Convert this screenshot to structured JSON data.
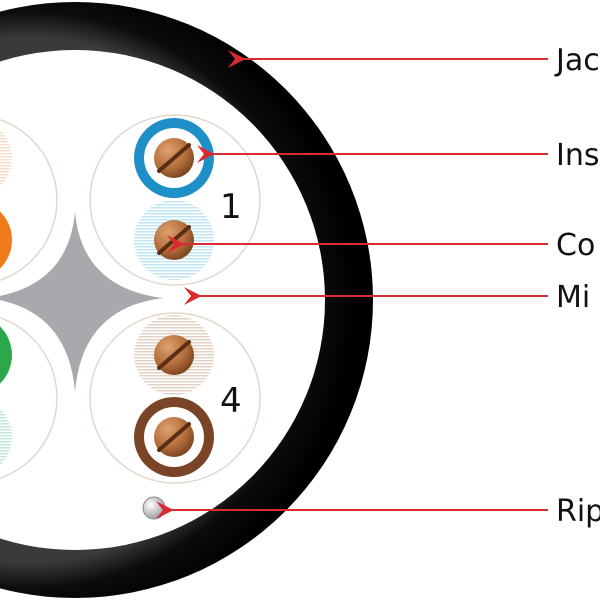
{
  "pairs": [
    {
      "number": "1"
    },
    {
      "number": "4"
    }
  ],
  "callouts": [
    {
      "id": "jacket",
      "label": "Jac"
    },
    {
      "id": "insulation",
      "label": "Ins"
    },
    {
      "id": "conductor",
      "label": "Co"
    },
    {
      "id": "separator",
      "label": "Mi"
    },
    {
      "id": "ripcord",
      "label": "Rip"
    }
  ],
  "colors": {
    "jacket": "#0a0a0a",
    "arrow": "#d92b32",
    "blue": "#1f8fc8",
    "blue_stripe": "#bfe4f2",
    "brown": "#7a4526",
    "brown_stripe": "#e6d8cc",
    "orange": "#f07a1a",
    "orange_stripe": "#f6dfc4",
    "green": "#2aa84a",
    "green_stripe": "#bfe7d8",
    "copper": "#b06a38",
    "separator": "#a7a9ac",
    "pair_outline": "#e3d8cc"
  }
}
